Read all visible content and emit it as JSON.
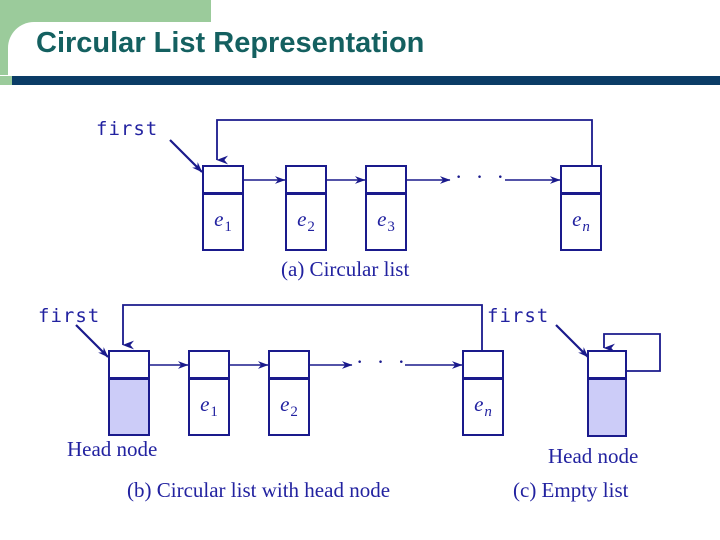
{
  "slide": {
    "title": "Circular List Representation",
    "title_color": "#146060",
    "accent_green": "#9BCB9B",
    "accent_navy": "#0B3C66",
    "diagram_ink": "#2222A0",
    "node_fill": "#CCCCF8"
  },
  "figure_a": {
    "caption": "(a) Circular list",
    "pointer_label": "first",
    "ellipsis": "· · ·",
    "nodes": [
      {
        "elem": "e",
        "sub": "1"
      },
      {
        "elem": "e",
        "sub": "2"
      },
      {
        "elem": "e",
        "sub": "3"
      },
      {
        "elem": "e",
        "sub": "n"
      }
    ]
  },
  "figure_b": {
    "caption": "(b) Circular list with head node",
    "pointer_label": "first",
    "head_label": "Head node",
    "ellipsis": "· · ·",
    "nodes": [
      {
        "elem": "",
        "sub": ""
      },
      {
        "elem": "e",
        "sub": "1"
      },
      {
        "elem": "e",
        "sub": "2"
      },
      {
        "elem": "e",
        "sub": "n"
      }
    ]
  },
  "figure_c": {
    "caption": "(c) Empty list",
    "pointer_label": "first",
    "head_label": "Head node"
  }
}
